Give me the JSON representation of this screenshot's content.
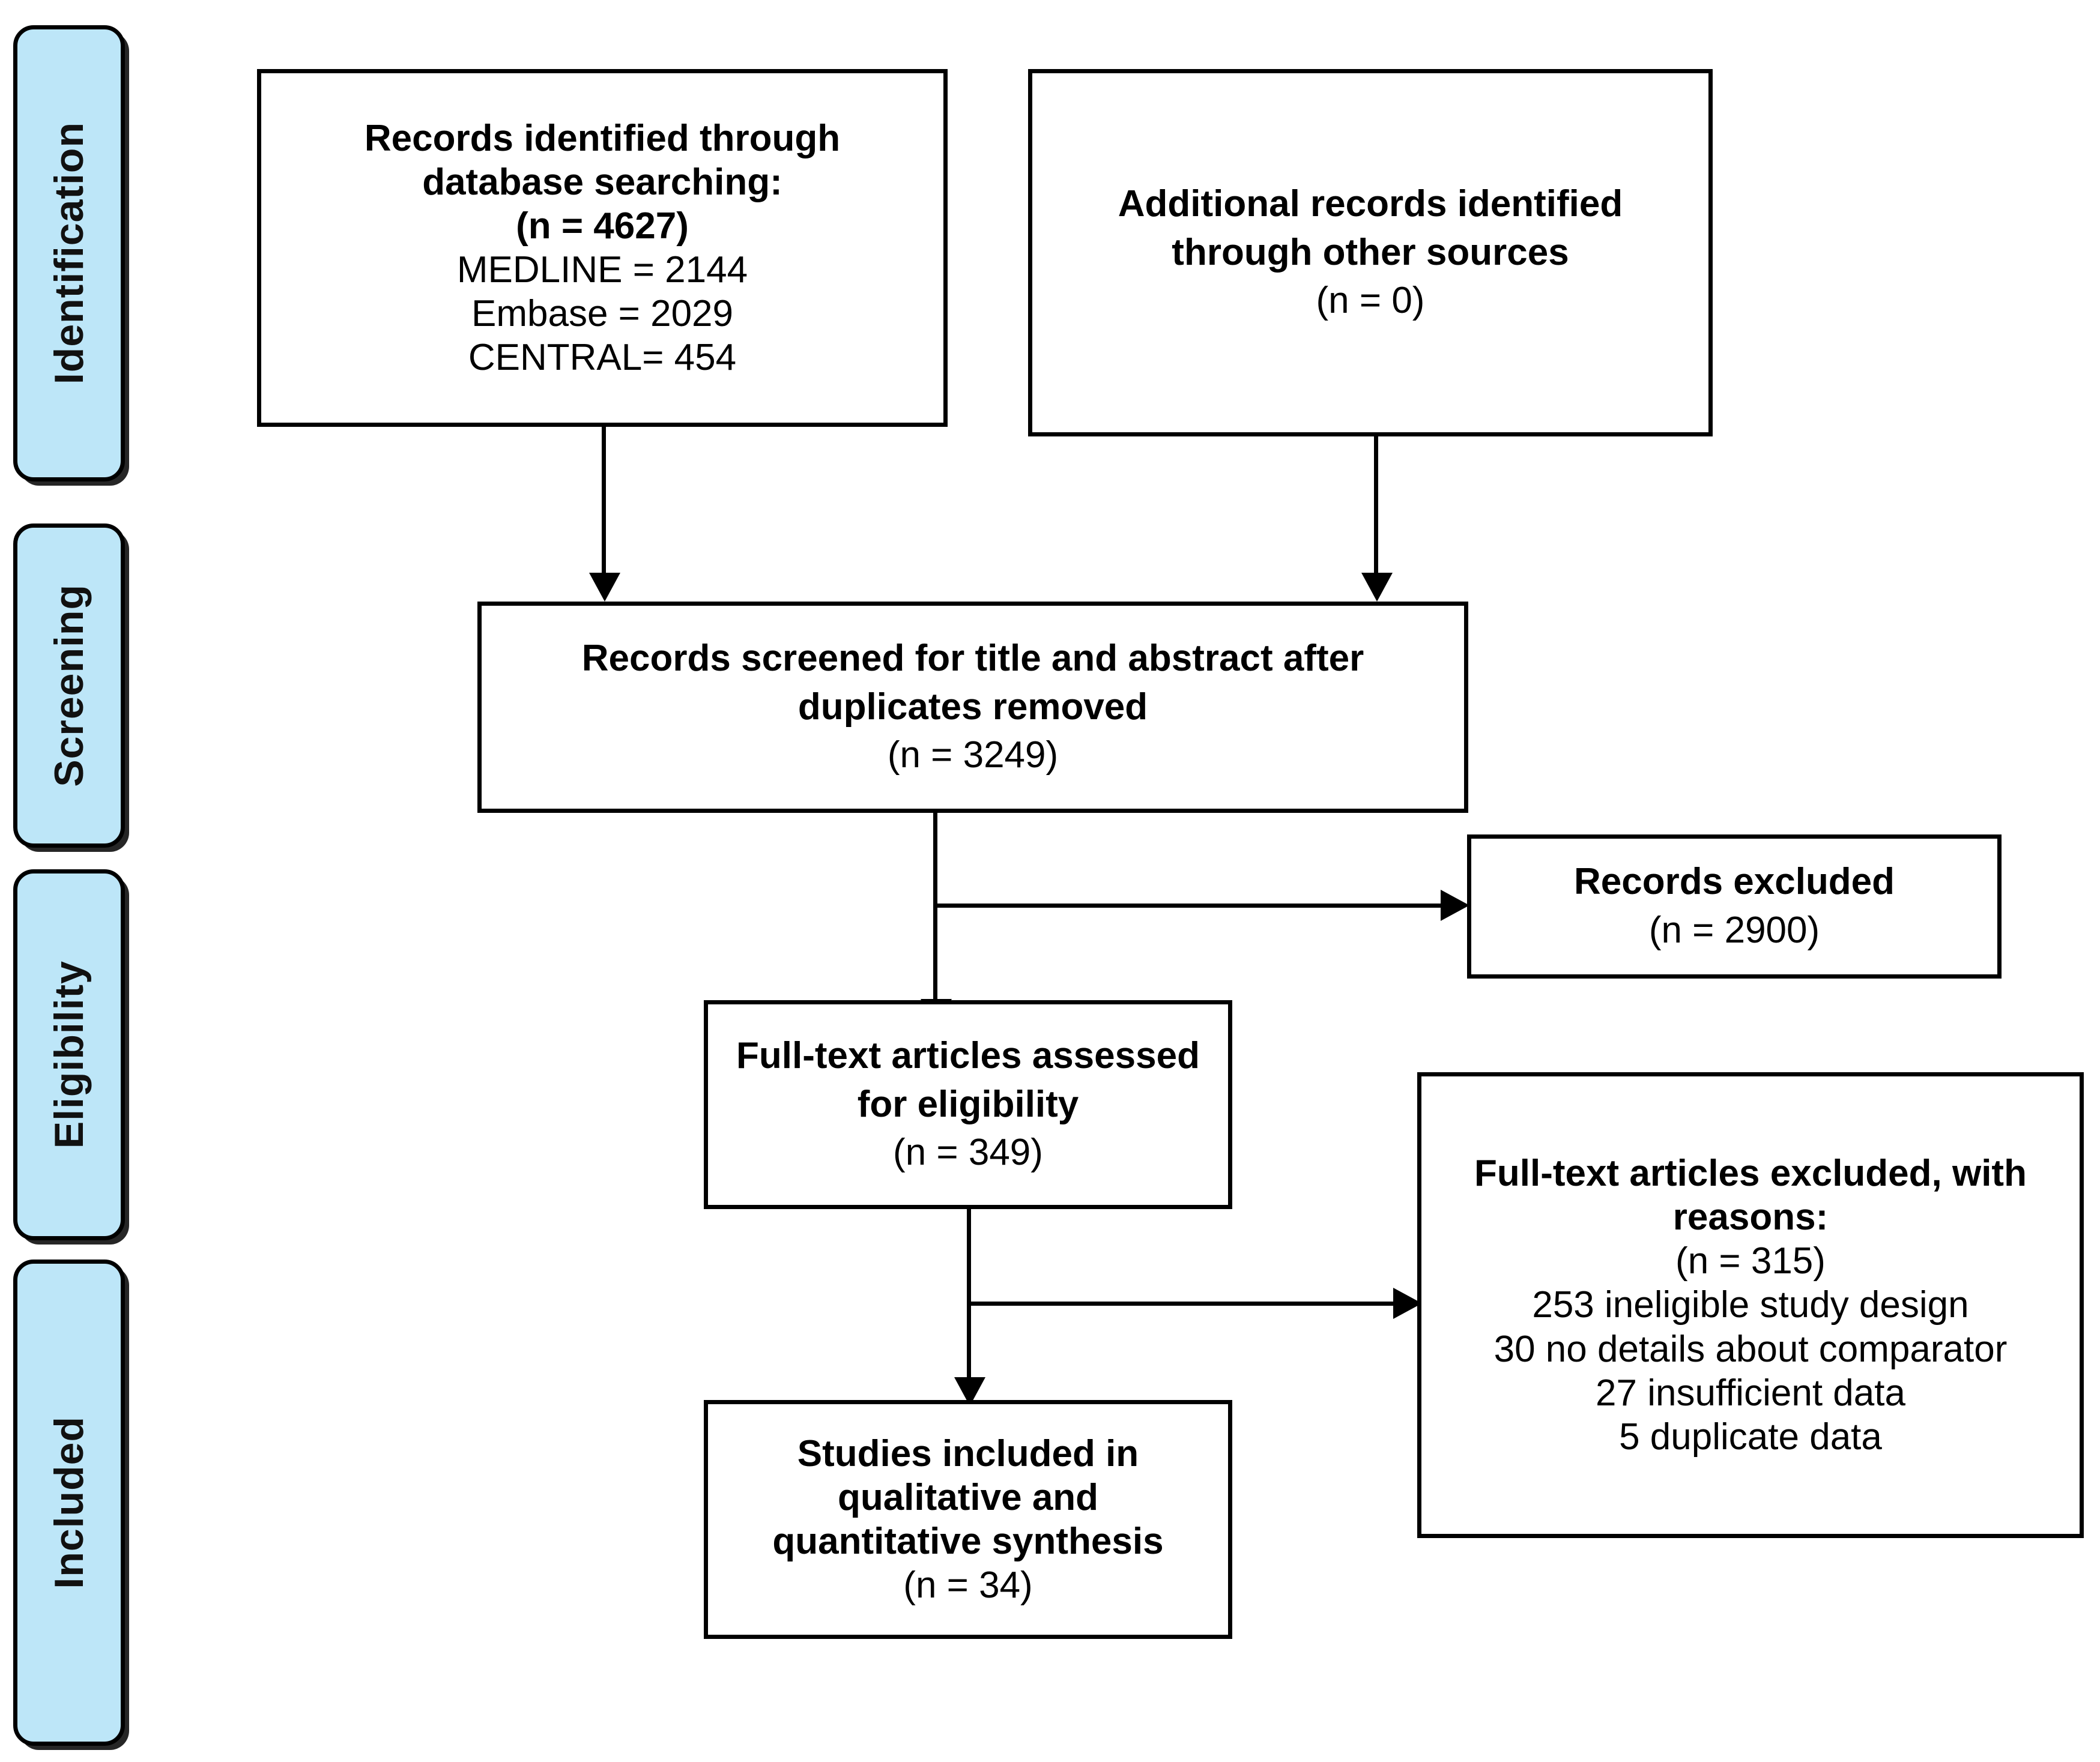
{
  "diagram": {
    "title": "PRISMA flow diagram",
    "type": "prisma-flow-diagram",
    "background_color": "#ffffff",
    "stage_tab_color": "#BDE6F8",
    "line_color": "#000000"
  },
  "stages": [
    {
      "id": "identification",
      "label": "Identification"
    },
    {
      "id": "screening",
      "label": "Screening"
    },
    {
      "id": "eligibility",
      "label": "Eligibility"
    },
    {
      "id": "included",
      "label": "Included"
    }
  ],
  "boxes": {
    "records_identified": {
      "lines": [
        {
          "text": "Records identified through",
          "bold": true
        },
        {
          "text": "database searching:",
          "bold": true
        },
        {
          "text": "(n = 4627)",
          "bold": true
        },
        {
          "text": "MEDLINE = 2144",
          "bold": false
        },
        {
          "text": "Embase = 2029",
          "bold": false
        },
        {
          "text": "CENTRAL= 454",
          "bold": false
        }
      ],
      "count": 4627,
      "sources": [
        {
          "name": "MEDLINE",
          "count": 2144
        },
        {
          "name": "Embase",
          "count": 2029
        },
        {
          "name": "CENTRAL",
          "count": 454
        }
      ]
    },
    "additional_records": {
      "lines": [
        {
          "text": "Additional records identified",
          "bold": true
        },
        {
          "text": "through other sources",
          "bold": true
        },
        {
          "text": "(n = 0)",
          "bold": false
        }
      ],
      "count": 0
    },
    "records_screened": {
      "lines": [
        {
          "text": "Records screened for title and abstract after",
          "bold": true
        },
        {
          "text": "duplicates removed",
          "bold": true
        },
        {
          "text": "(n = 3249)",
          "bold": false
        }
      ],
      "count": 3249
    },
    "records_excluded": {
      "lines": [
        {
          "text": "Records excluded",
          "bold": true
        },
        {
          "text": "(n = 2900)",
          "bold": false
        }
      ],
      "count": 2900
    },
    "fulltext_assessed": {
      "lines": [
        {
          "text": "Full-text articles assessed",
          "bold": true
        },
        {
          "text": "for eligibility",
          "bold": true
        },
        {
          "text": "(n = 349)",
          "bold": false
        }
      ],
      "count": 349
    },
    "fulltext_excluded": {
      "lines": [
        {
          "text": "Full-text articles excluded, with",
          "bold": true
        },
        {
          "text": "reasons:",
          "bold": true
        },
        {
          "text": "(n = 315)",
          "bold": false
        },
        {
          "text": "253 ineligible study design",
          "bold": false
        },
        {
          "text": "30 no details about comparator",
          "bold": false
        },
        {
          "text": "27 insufficient data",
          "bold": false
        },
        {
          "text": "5 duplicate data",
          "bold": false
        }
      ],
      "count": 315,
      "reasons": [
        {
          "count": 253,
          "reason": "ineligible study design"
        },
        {
          "count": 30,
          "reason": "no details about comparator"
        },
        {
          "count": 27,
          "reason": "insufficient data"
        },
        {
          "count": 5,
          "reason": "duplicate data"
        }
      ]
    },
    "studies_included": {
      "lines": [
        {
          "text": "Studies included in",
          "bold": true
        },
        {
          "text": "qualitative and",
          "bold": true
        },
        {
          "text": "quantitative synthesis",
          "bold": true
        },
        {
          "text": "(n = 34)",
          "bold": false
        }
      ],
      "count": 34
    }
  }
}
